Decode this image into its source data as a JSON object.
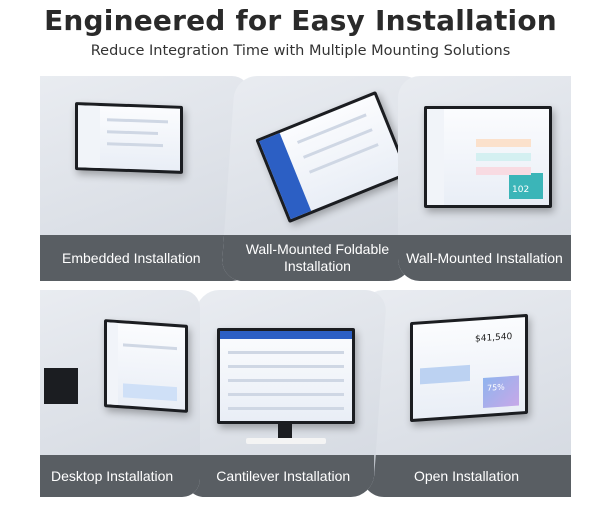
{
  "header": {
    "title": "Engineered for Easy Installation",
    "subtitle": "Reduce Integration Time with Multiple Mounting Solutions"
  },
  "cards": [
    {
      "label": "Embedded Installation"
    },
    {
      "label": "Wall-Mounted Foldable Installation"
    },
    {
      "label": "Wall-Mounted Installation"
    },
    {
      "label": "Desktop Installation"
    },
    {
      "label": "Cantilever Installation"
    },
    {
      "label": "Open Installation"
    }
  ],
  "screen_values": {
    "heart_rate": "102",
    "balance": "$41,540",
    "percent": "75%"
  }
}
